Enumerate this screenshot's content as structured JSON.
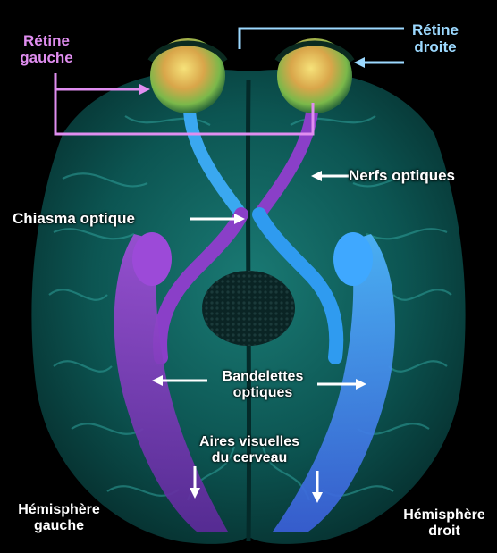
{
  "labels": {
    "retine_gauche_line1": "Rétine",
    "retine_gauche_line2": "gauche",
    "retine_droite_line1": "Rétine",
    "retine_droite_line2": "droite",
    "nerfs_optiques": "Nerfs optiques",
    "chiasma_optique": "Chiasma optique",
    "bandelettes_line1": "Bandelettes",
    "bandelettes_line2": "optiques",
    "aires_line1": "Aires visuelles",
    "aires_line2": "du cerveau",
    "hemisphere_gauche_line1": "Hémisphère",
    "hemisphere_gauche_line2": "gauche",
    "hemisphere_droit_line1": "Hémisphère",
    "hemisphere_droit_line2": "droit"
  },
  "colors": {
    "left_pathway": "#8a3fc8",
    "right_pathway": "#2f9bf0",
    "brain_tissue": "#0e5c5a",
    "left_label": "#e08ef0",
    "right_label": "#9cd9ff",
    "background": "#000000"
  }
}
